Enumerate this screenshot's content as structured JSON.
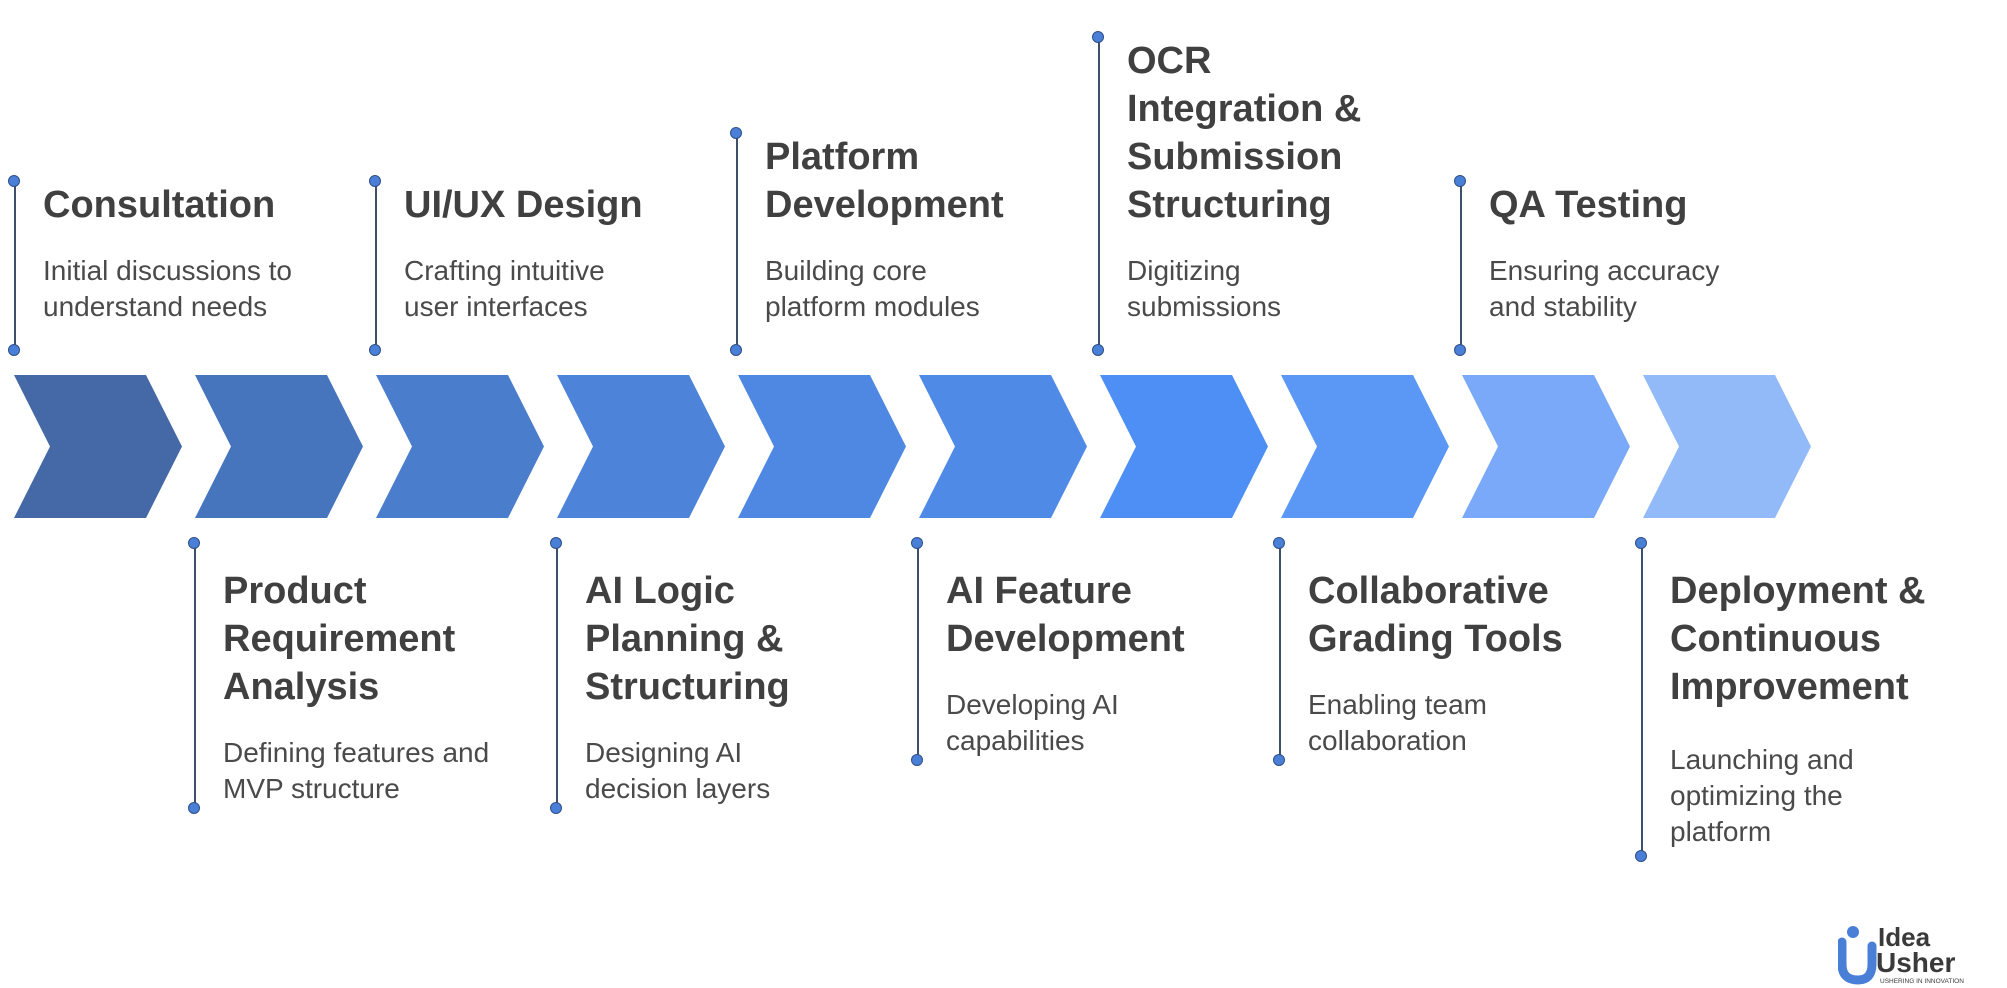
{
  "colors": {
    "chevrons": [
      "#4568a6",
      "#4674bd",
      "#4a7dcc",
      "#4d83d8",
      "#4f88e2",
      "#4f8ae7",
      "#4d8ff4",
      "#5b98f5",
      "#79a9f8",
      "#92baf9"
    ],
    "connector": "#3d4f6b",
    "dot": "#4a7fd8",
    "title_text": "#404040",
    "desc_text": "#4a4a4a"
  },
  "steps": [
    {
      "title": "Consultation",
      "desc": "Initial discussions to understand needs",
      "position": "top"
    },
    {
      "title": "Product Requirement Analysis",
      "desc": "Defining features and MVP structure",
      "position": "bottom"
    },
    {
      "title": "UI/UX Design",
      "desc": "Crafting intuitive user interfaces",
      "position": "top"
    },
    {
      "title": "AI Logic Planning & Structuring",
      "desc": "Designing AI decision layers",
      "position": "bottom"
    },
    {
      "title": "Platform Development",
      "desc": "Building core platform modules",
      "position": "top"
    },
    {
      "title": "AI Feature Development",
      "desc": "Developing AI capabilities",
      "position": "bottom"
    },
    {
      "title": "OCR Integration & Submission Structuring",
      "desc": "Digitizing submissions",
      "position": "top"
    },
    {
      "title": "Collaborative Grading Tools",
      "desc": "Enabling team collaboration",
      "position": "bottom"
    },
    {
      "title": "QA Testing",
      "desc": "Ensuring accuracy and stability",
      "position": "top"
    },
    {
      "title": "Deployment & Continuous Improvement",
      "desc": "Launching and optimizing the platform",
      "position": "bottom"
    }
  ],
  "logo": {
    "word1": "Idea",
    "word2": "Usher",
    "tagline": "USHERING IN INNOVATION"
  }
}
